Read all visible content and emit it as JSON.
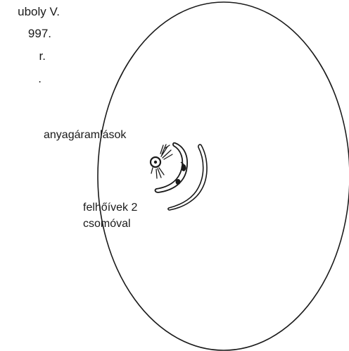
{
  "header_lines": [
    "uboly V.",
    "997.",
    "r.",
    "."
  ],
  "labels": {
    "streams": "anyagáramlások",
    "arcs_line1": "felhőívek 2",
    "arcs_line2": "csomóval"
  },
  "colors": {
    "ink": "#1a1a1a",
    "background": "#ffffff"
  }
}
